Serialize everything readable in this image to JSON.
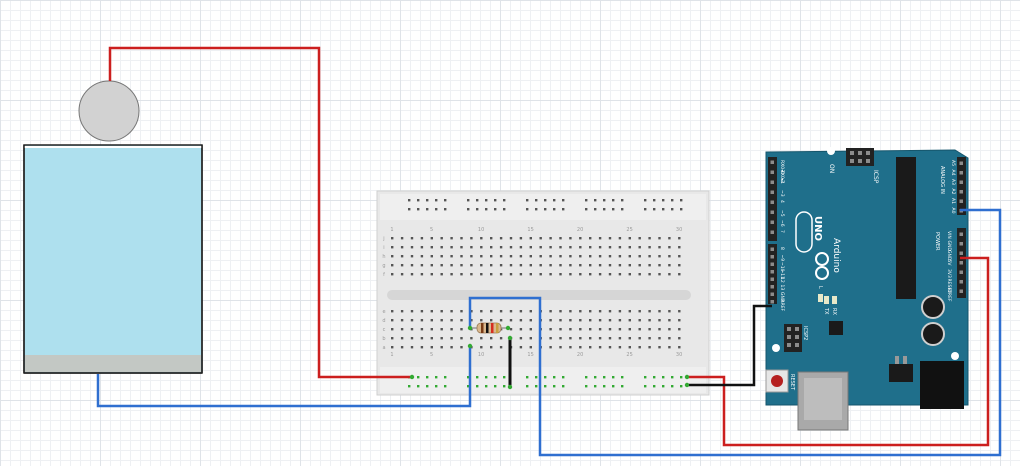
{
  "colors": {
    "background": "#ffffff",
    "wire_red": "#cc1f1f",
    "wire_blue": "#2f6fd0",
    "wire_black": "#111111",
    "water": "#aee0ee",
    "sediment": "#c3c8c4",
    "sensor": "#d2d2d2",
    "breadboard": "#e8e8e8",
    "arduino": "#1f6f8b",
    "header": "#222222",
    "pin_green": "#33aa33"
  },
  "breadboard": {
    "column_numbers": [
      "1",
      "5",
      "10",
      "15",
      "20",
      "25",
      "30"
    ],
    "row_letters_top": [
      "j",
      "i",
      "h",
      "g",
      "f"
    ],
    "row_letters_bottom": [
      "e",
      "d",
      "c",
      "b",
      "a"
    ]
  },
  "arduino": {
    "model_label": "UNO",
    "brand_label": "Arduino",
    "on_label": "ON",
    "icsp_label": "ICSP",
    "icsp2_label": "ICSP2",
    "reset_label": "RESET",
    "digital_pins": [
      "RX0◂0",
      "TX0▸1",
      "2",
      "~3",
      "4",
      "~5",
      "~6",
      "7",
      "8",
      "~9",
      "~10",
      "~11",
      "12",
      "13",
      "GND",
      "AREF"
    ],
    "analog_pins": [
      "A5",
      "A4",
      "A3",
      "A2",
      "A1",
      "A0"
    ],
    "analog_header_label": "ANALOG IN",
    "power_pins": [
      "VIN",
      "GND",
      "GND",
      "5V",
      "3V3",
      "RESET",
      "IOREF"
    ],
    "power_header_label": "POWER",
    "tx_label": "TX",
    "rx_label": "RX",
    "l_label": "L"
  },
  "icons": {
    "sensor": "float-sensor-icon",
    "resistor": "resistor-icon",
    "reset_button": "reset-button-icon"
  }
}
